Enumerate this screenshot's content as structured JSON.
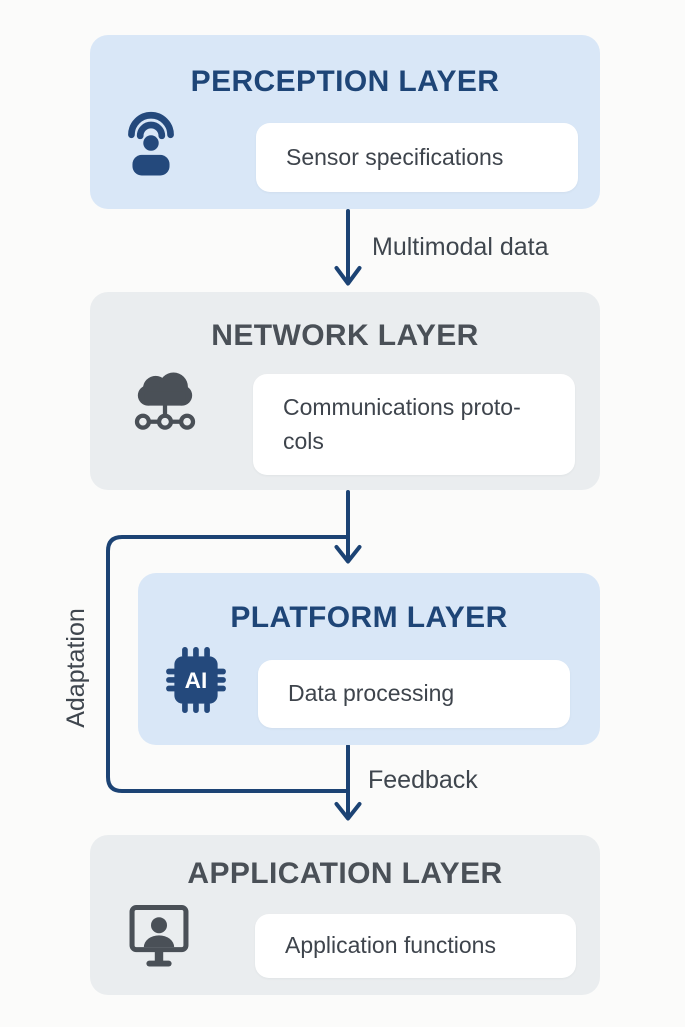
{
  "diagram": {
    "layers": [
      {
        "title": "PERCEPTION LAYER",
        "detail": "Sensor specifications"
      },
      {
        "title": "NETWORK LAYER",
        "detail": "Communications proto-\ncols"
      },
      {
        "title": "PLATFORM LAYER",
        "detail": "Data processing"
      },
      {
        "title": "APPLICATION LAYER",
        "detail": "Application functions"
      }
    ],
    "edges": {
      "multimodal": "Multimodal data",
      "feedback": "Feedback",
      "adaptation": "Adaptation"
    },
    "icons": {
      "perception": "person-broadcast-icon",
      "network": "cloud-network-icon",
      "platform": "ai-chip-icon",
      "application": "monitor-user-icon",
      "ai_chip_label": "AI"
    },
    "colors": {
      "navy": "#1e4577",
      "slate": "#4a5057",
      "blue_box": "#d9e7f7",
      "gray_box": "#eaedef",
      "pill_bg": "#ffffff",
      "arrow": "#1c4374",
      "label_text": "#3f464e",
      "background": "#fbfbfa"
    }
  }
}
